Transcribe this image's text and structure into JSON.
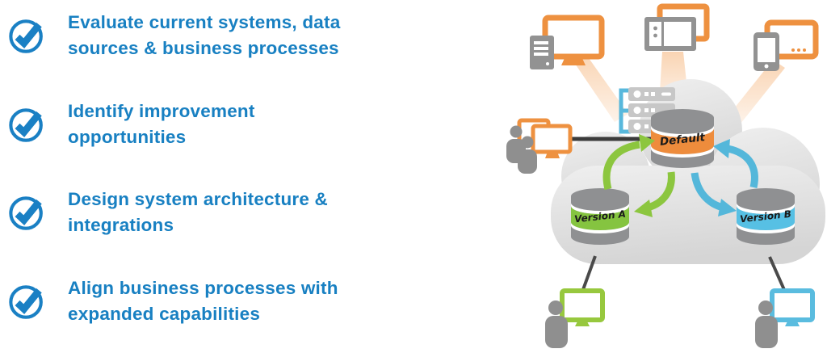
{
  "checklist": {
    "text_color": "#1880C2",
    "items": [
      {
        "label": "Evaluate current systems, data sources & business processes"
      },
      {
        "label": "Identify improvement opportunities"
      },
      {
        "label": "Design system architecture & integrations"
      },
      {
        "label": "Align business processes with expanded capabilities"
      }
    ]
  },
  "diagram": {
    "cloud_color": "#DDDDDD",
    "beam_color": "#F2994A",
    "databases": [
      {
        "label": "Default",
        "band_color": "#EE8C3C"
      },
      {
        "label": "Version A",
        "band_color": "#85C440"
      },
      {
        "label": "Version B",
        "band_color": "#57C0E4"
      }
    ],
    "arrows": [
      {
        "name": "sync-default-version-a",
        "color": "#8CC63F"
      },
      {
        "name": "sync-default-version-b",
        "color": "#54B7DA"
      }
    ],
    "devices": [
      {
        "name": "desktop-workstation",
        "accent": "#EE9140",
        "body": "#929292"
      },
      {
        "name": "industrial-panel",
        "accent": "#EE9140",
        "body": "#929292"
      },
      {
        "name": "tablet-and-phone",
        "accent": "#EE9140",
        "body": "#929292"
      },
      {
        "name": "team-workstations",
        "accent": "#EE9140",
        "body": "#8F8F8F"
      },
      {
        "name": "server-rack",
        "accent": "#58B8DC",
        "body": "#C7C7C7"
      },
      {
        "name": "user-workstation-a",
        "accent": "#97C83E",
        "body": "#8F8F8F"
      },
      {
        "name": "user-workstation-b",
        "accent": "#5ABCDF",
        "body": "#8F8F8F"
      }
    ]
  }
}
